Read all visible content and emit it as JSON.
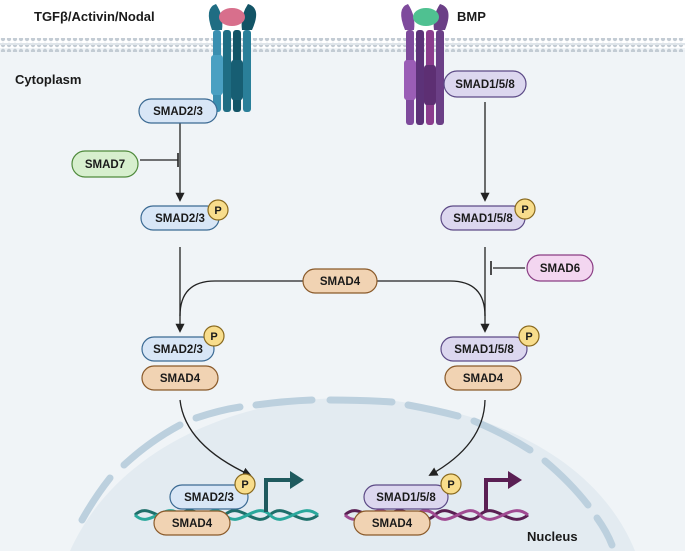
{
  "labels": {
    "tgf": "TGFβ/Activin/Nodal",
    "bmp": "BMP",
    "cytoplasm": "Cytoplasm",
    "nucleus": "Nucleus"
  },
  "proteins": {
    "smad23": "SMAD2/3",
    "smad158": "SMAD1/5/8",
    "smad4": "SMAD4",
    "smad7": "SMAD7",
    "smad6": "SMAD6",
    "phospho": "P"
  },
  "colors": {
    "smad23": "#d8e6f6",
    "smad158": "#dcd7ef",
    "smad4": "#f1d3b3",
    "smad7": "#d7efce",
    "smad6": "#f3d6f0",
    "phospho": "#f8dd8c",
    "membrane": "#c9d2d9",
    "nucleus": "#e3ebf1",
    "cytoplasm": "#f0f4f7",
    "tgf_receptor": "#1f6d83",
    "bmp_receptor": "#6b3f86",
    "tgf_arrow": "#1f5a5e",
    "bmp_arrow": "#5a1f53"
  }
}
